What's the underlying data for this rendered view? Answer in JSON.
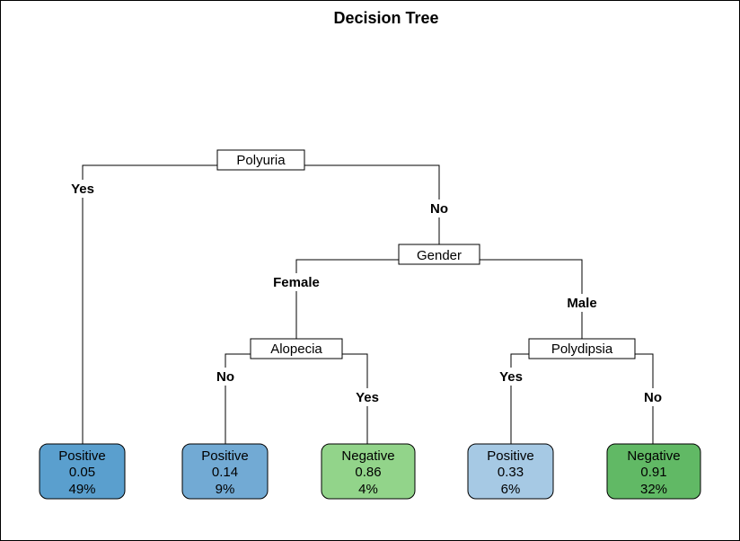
{
  "title": "Decision Tree",
  "splits": {
    "root": "Polyuria",
    "gender": "Gender",
    "alopecia": "Alopecia",
    "polydipsia": "Polydipsia"
  },
  "edges": {
    "root_left": "Yes",
    "root_right": "No",
    "gender_left": "Female",
    "gender_right": "Male",
    "alopecia_left": "No",
    "alopecia_right": "Yes",
    "polydipsia_left": "Yes",
    "polydipsia_right": "No"
  },
  "leaves": [
    {
      "class": "Positive",
      "prob": "0.05",
      "pct": "49%",
      "color": "#5a9fce"
    },
    {
      "class": "Positive",
      "prob": "0.14",
      "pct": "9%",
      "color": "#72aad4"
    },
    {
      "class": "Negative",
      "prob": "0.86",
      "pct": "4%",
      "color": "#92d48a"
    },
    {
      "class": "Positive",
      "prob": "0.33",
      "pct": "6%",
      "color": "#a6c9e4"
    },
    {
      "class": "Negative",
      "prob": "0.91",
      "pct": "32%",
      "color": "#61b965"
    }
  ]
}
